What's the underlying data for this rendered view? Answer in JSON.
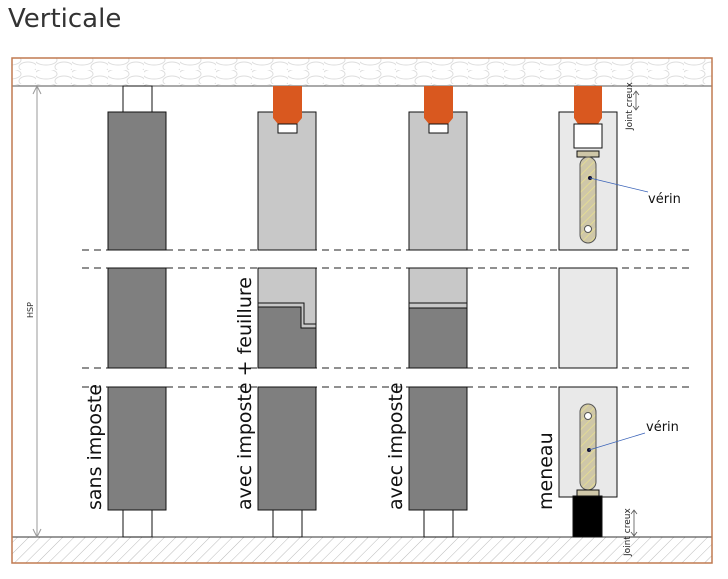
{
  "title": "Verticale",
  "dimension_label": "HSP",
  "joint_label": "Joint creux",
  "callout_label": "vérin",
  "columns": [
    {
      "label": "sans imposte"
    },
    {
      "label": "avec imposte + feuillure"
    },
    {
      "label": "avec imposte"
    },
    {
      "label": "meneau"
    }
  ],
  "colors": {
    "frame": "#c07a50",
    "dark": "#7f7f7f",
    "light": "#c8c8c8",
    "pale": "#e9e9e9",
    "orange": "#d9581f",
    "callout_line": "#3a63b8"
  }
}
